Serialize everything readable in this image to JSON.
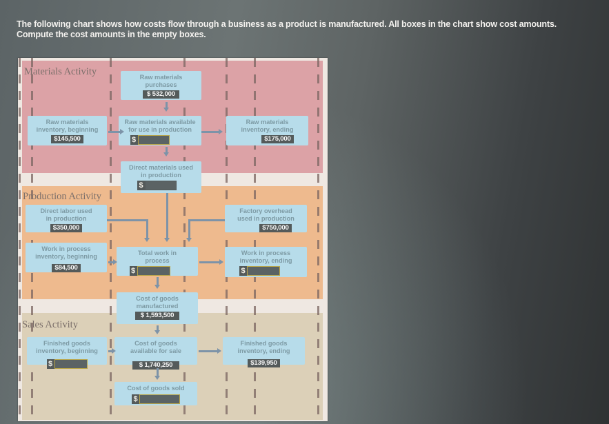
{
  "instructions": {
    "line1": "The following chart shows how costs flow through a business as a product is manufactured. All boxes in the chart show cost amounts.",
    "line2": "Compute the cost amounts in the empty boxes."
  },
  "currency_symbol": "$",
  "colors": {
    "materials_band": "#dca2a6",
    "production_band": "#eeba8e",
    "sales_band": "#dcd0b8",
    "box_fill": "#b7dcea",
    "value_chip": "#545a5a",
    "input_border": "#b9a64a",
    "arrow": "#7d93a8"
  },
  "sections": {
    "materials": {
      "title": "Materials Activity",
      "raw_materials_purchases": {
        "label_1": "Raw materials",
        "label_2": "purchases",
        "value": "$ 532,000"
      },
      "raw_materials_beginning": {
        "label_1": "Raw materials",
        "label_2": "inventory, beginning",
        "value": "$145,500"
      },
      "raw_materials_available": {
        "label_1": "Raw materials available",
        "label_2": "for use in production",
        "value": ""
      },
      "raw_materials_ending": {
        "label_1": "Raw materials",
        "label_2": "inventory, ending",
        "value": "$175,000"
      },
      "direct_materials_used": {
        "label_1": "Direct materials used",
        "label_2": "in production",
        "value": ""
      }
    },
    "production": {
      "title": "Production Activity",
      "direct_labor": {
        "label_1": "Direct labor used",
        "label_2": "in production",
        "value": "$350,000"
      },
      "factory_overhead": {
        "label_1": "Factory overhead",
        "label_2": "used in production",
        "value": "$750,000"
      },
      "wip_beginning": {
        "label_1": "Work in process",
        "label_2": "inventory, beginning",
        "value": "$84,500"
      },
      "total_wip": {
        "label_1": "Total work in",
        "label_2": "process",
        "value": ""
      },
      "wip_ending": {
        "label_1": "Work in process",
        "label_2": "inventory, ending",
        "value": ""
      },
      "cost_of_goods_manufactured": {
        "label_1": "Cost of goods",
        "label_2": "manufactured",
        "value": "$ 1,593,500"
      }
    },
    "sales": {
      "title": "Sales Activity",
      "fg_beginning": {
        "label_1": "Finished goods",
        "label_2": "inventory, beginning",
        "value": ""
      },
      "cogas": {
        "label_1": "Cost of goods",
        "label_2": "available for sale",
        "value": "$ 1,740,250"
      },
      "fg_ending": {
        "label_1": "Finished goods",
        "label_2": "inventory, ending",
        "value": "$139,950"
      },
      "cogs": {
        "label_1": "Cost of goods sold",
        "value": ""
      }
    }
  }
}
